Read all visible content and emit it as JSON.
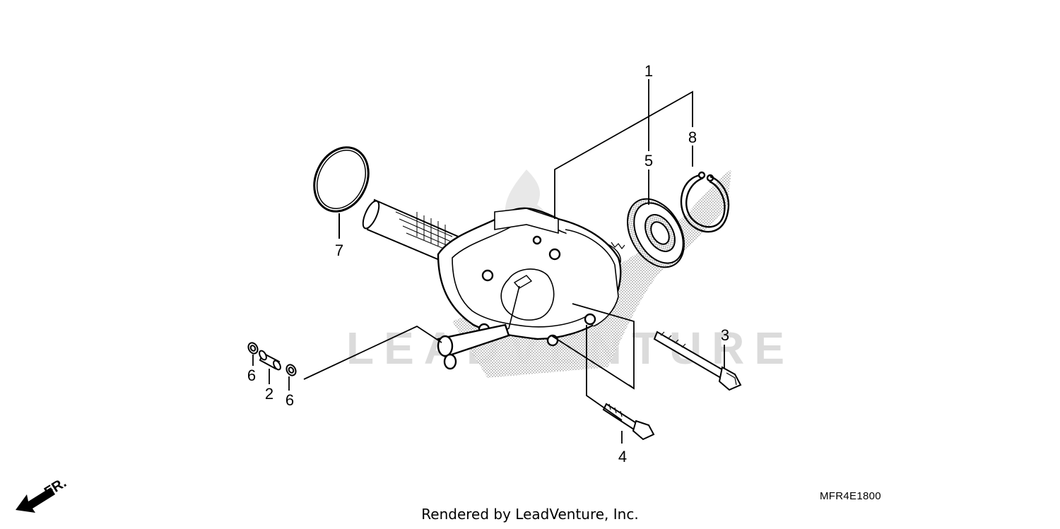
{
  "diagram": {
    "watermark_text": "LEADVENTURE",
    "callouts": [
      {
        "id": "1",
        "label": "1"
      },
      {
        "id": "2",
        "label": "2"
      },
      {
        "id": "3",
        "label": "3"
      },
      {
        "id": "4",
        "label": "4"
      },
      {
        "id": "5",
        "label": "5"
      },
      {
        "id": "6a",
        "label": "6"
      },
      {
        "id": "6b",
        "label": "6"
      },
      {
        "id": "7",
        "label": "7"
      },
      {
        "id": "8",
        "label": "8"
      }
    ],
    "direction_label": "FR.",
    "diagram_code": "MFR4E1800",
    "credit": "Rendered by LeadVenture, Inc."
  },
  "colors": {
    "line": "#000000",
    "shade": "#9a9a9a",
    "watermark": "#d8d8d8",
    "background": "#ffffff"
  }
}
